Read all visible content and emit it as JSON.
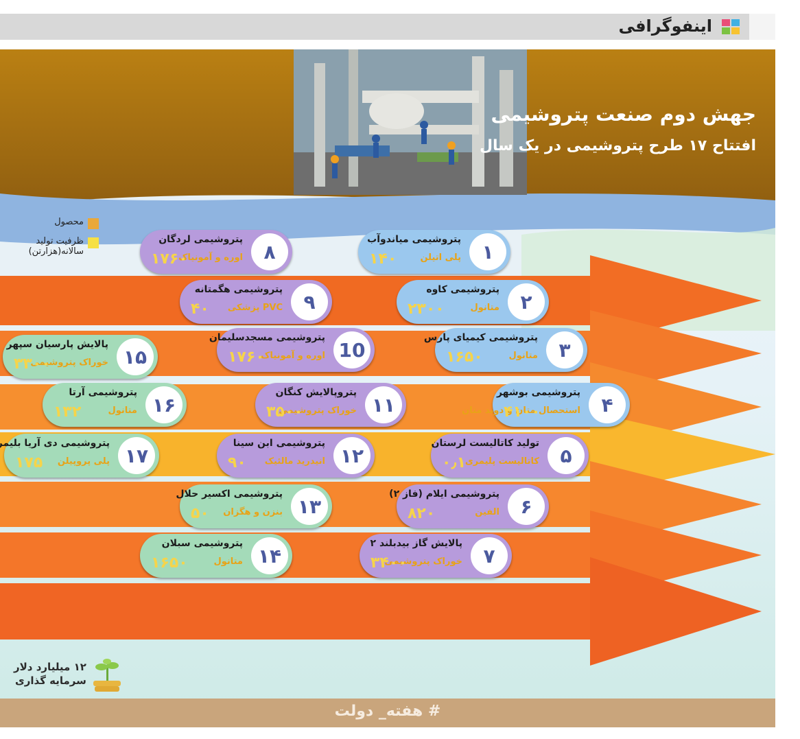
{
  "header": {
    "title": "اینفوگرافی"
  },
  "hero": {
    "title": "جهش دوم صنعت پتروشیمی",
    "subtitle": "افتتاح ۱۷ طرح پتروشیمی در یک سال"
  },
  "legend": {
    "product": "محصول",
    "capacity": "ظرفیت تولید سالانه(هزارتن)",
    "colors": {
      "product": "#e9a83a",
      "capacity": "#f6e044"
    }
  },
  "projects": [
    {
      "num": "۱",
      "name": "پتروشیمی میاندوآب",
      "product": "پلی اتیلن",
      "capacity": "۱۴۰",
      "color": "#9bc8ee"
    },
    {
      "num": "۲",
      "name": "پتروشیمی کاوه",
      "product": "متانول",
      "capacity": "۲۳۰۰",
      "color": "#9bc8ee"
    },
    {
      "num": "۳",
      "name": "پتروشیمی کیمیای پارس",
      "product": "متانول",
      "capacity": "۱۶۵۰",
      "color": "#9bc8ee"
    },
    {
      "num": "۴",
      "name": "پتروشیمی بوشهر",
      "product": "استحصال متان و دوبد متان",
      "capacity": "۴۱۰۰",
      "color": "#9bc8ee"
    },
    {
      "num": "۵",
      "name": "تولید کاتالیست لرستان",
      "product": "کاتالیست پلیمری",
      "capacity": "۰٫۱",
      "color": "#b79bdc"
    },
    {
      "num": "۶",
      "name": "پتروشیمی ایلام (فاز ۲)",
      "product": "الفین",
      "capacity": "۸۲۰",
      "color": "#b79bdc"
    },
    {
      "num": "۷",
      "name": "پالایش گاز بیدبلند ۲",
      "product": "خوراک پتروشیمی",
      "capacity": "۳۴۰۰",
      "color": "#b79bdc"
    },
    {
      "num": "۸",
      "name": "پتروشیمی لردگان",
      "product": "اوره و آمونیاک",
      "capacity": "۱۷۶۰",
      "color": "#b79bdc"
    },
    {
      "num": "۹",
      "name": "پتروشیمی هگمتانه",
      "product": "PVC پزشکی",
      "capacity": "۴۰",
      "color": "#b79bdc"
    },
    {
      "num": "10",
      "name": "پتروشیمی مسجدسلیمان",
      "product": "اوره و آمونیاک",
      "capacity": "۱۷۶۰",
      "color": "#b79bdc"
    },
    {
      "num": "۱۱",
      "name": "پتروپالایش کنگان",
      "product": "خوراک پتروشیمی",
      "capacity": "۳۵۰۰",
      "color": "#b79bdc"
    },
    {
      "num": "۱۲",
      "name": "پتروشیمی ابن سینا",
      "product": "انیدرید مالئیک",
      "capacity": "۹۰",
      "color": "#b79bdc"
    },
    {
      "num": "۱۳",
      "name": "پتروشیمی اکسیر حلال",
      "product": "بنزن و هگزان",
      "capacity": "۵۰",
      "color": "#a4dbb9"
    },
    {
      "num": "۱۴",
      "name": "پتروشیمی سبلان",
      "product": "متانول",
      "capacity": "۱۶۵۰",
      "color": "#a4dbb9"
    },
    {
      "num": "۱۵",
      "name": "پالایش پارسیان سپهر",
      "product": "خوراک پتروشیمی",
      "capacity": "۳۳۰۰",
      "color": "#a4dbb9"
    },
    {
      "num": "۱۶",
      "name": "پتروشیمی آرتا",
      "product": "متانول",
      "capacity": "۱۳۲",
      "color": "#a4dbb9"
    },
    {
      "num": "۱۷",
      "name": "پتروشیمی دی آریا بلیمر",
      "product": "پلی پروپیلن",
      "capacity": "۱۷۵",
      "color": "#a4dbb9"
    }
  ],
  "investment": {
    "amount": "۱۲ میلیارد دلار",
    "label": "سرمایه گذاری"
  },
  "footer": {
    "hashtag": "# هفته_ دولت"
  },
  "colors": {
    "header_band": "#ba8013",
    "arrow_orange": "#f06a22",
    "arrow_yellow": "#f8b32c",
    "footer": "#c9a57c"
  }
}
